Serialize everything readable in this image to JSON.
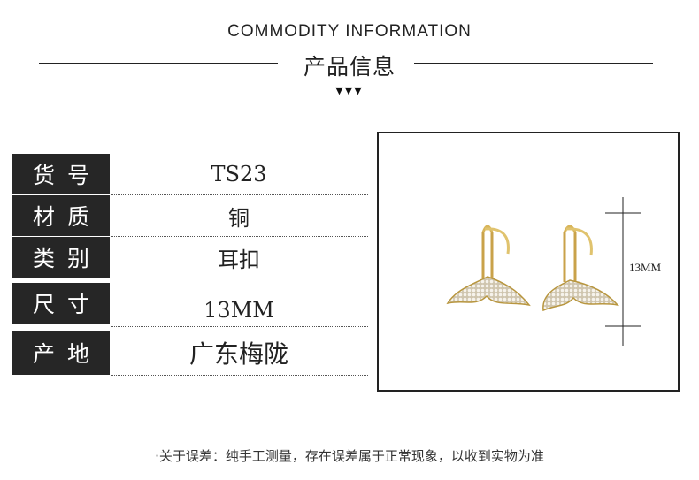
{
  "header": {
    "title_en": "COMMODITY INFORMATION",
    "title_cn": "产品信息",
    "triangles": "▼▼▼"
  },
  "specs": [
    {
      "label": "货号",
      "value": "TS23"
    },
    {
      "label": "材质",
      "value": "铜"
    },
    {
      "label": "类别",
      "value": "耳扣"
    },
    {
      "label": "尺寸",
      "value": "13MM"
    },
    {
      "label": "产地",
      "value": "广东梅陇"
    }
  ],
  "photo": {
    "dimension_label": "13MM",
    "metal_color": "#d8b55a",
    "stone_color": "#e8e2d4"
  },
  "footer": {
    "note": "·关于误差：纯手工测量，存在误差属于正常现象，以收到实物为准"
  }
}
